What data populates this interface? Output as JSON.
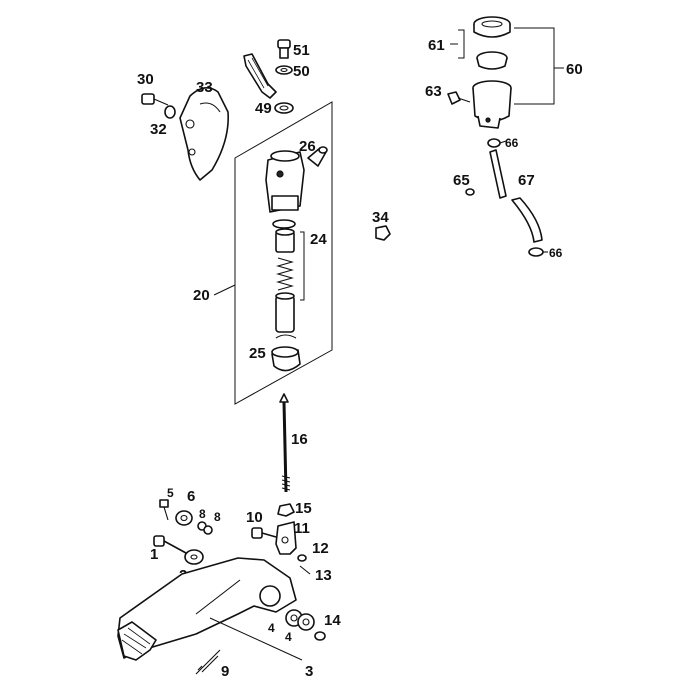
{
  "labels": {
    "l51": "51",
    "l50": "50",
    "l49": "49",
    "l30": "30",
    "l33": "33",
    "l32": "32",
    "l26": "26",
    "l24": "24",
    "l20": "20",
    "l25": "25",
    "l34": "34",
    "l61": "61",
    "l60": "60",
    "l63": "63",
    "l66a": "66",
    "l65": "65",
    "l67": "67",
    "l66b": "66",
    "l16": "16",
    "l5": "5",
    "l6": "6",
    "l8a": "8",
    "l8b": "8",
    "l10": "10",
    "l15": "15",
    "l11": "11",
    "l1": "1",
    "l2": "2",
    "l12": "12",
    "l13": "13",
    "l14": "14",
    "l4a": "4",
    "l4b": "4",
    "l9": "9",
    "l3": "3"
  }
}
